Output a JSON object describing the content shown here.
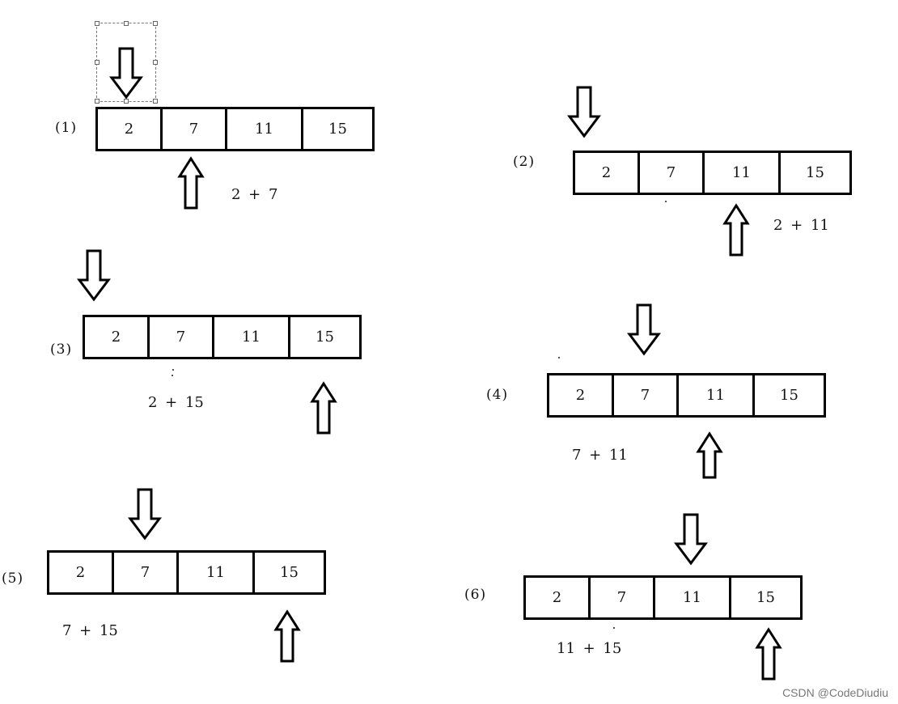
{
  "array_values": [
    "2",
    "7",
    "11",
    "15"
  ],
  "steps": [
    {
      "label": "(1)",
      "sum": "2 + 7"
    },
    {
      "label": "(2)",
      "sum": "2 + 11"
    },
    {
      "label": "(3)",
      "sum": "2 + 15"
    },
    {
      "label": "(4)",
      "sum": "7 + 11"
    },
    {
      "label": "(5)",
      "sum": "7 + 15"
    },
    {
      "label": "(6)",
      "sum": "11 + 15"
    }
  ],
  "watermark": "CSDN @CodeDiudiu"
}
